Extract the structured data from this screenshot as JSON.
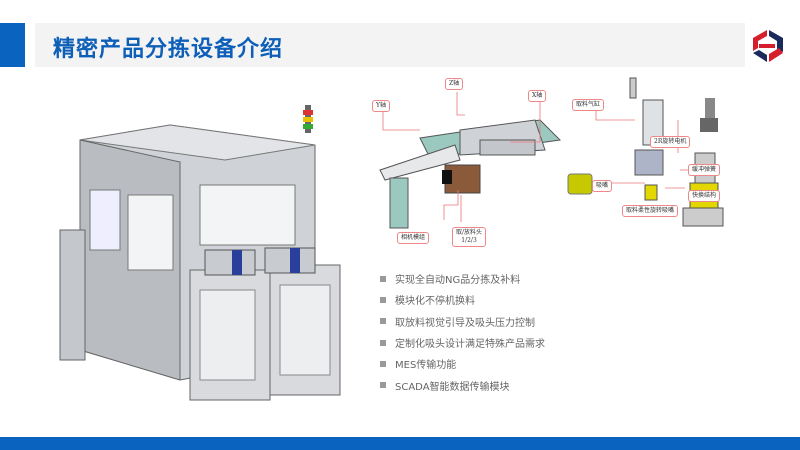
{
  "header": {
    "title": "精密产品分拣设备介绍"
  },
  "logo": {
    "name": "company-logo",
    "colors": [
      "#d61f2c",
      "#1b2a5c"
    ]
  },
  "diagram_labels": {
    "y_axis": "Y轴",
    "z_axis": "Z轴",
    "x_axis": "X轴",
    "camera_module": "相机模组",
    "pick_head": "取/放料头",
    "pick_head_nums": "1/2/3",
    "pick_cylinder": "取料气缸",
    "rotary_motor": "2R旋转电机",
    "buffer_spring": "缓冲弹簧",
    "quick_change": "快换结构",
    "nozzle": "吸嘴",
    "flexible_nozzle": "取料柔性旋转吸嘴"
  },
  "features": [
    "实现全自动NG品分拣及补料",
    "模块化不停机换料",
    "取放料视觉引导及吸头压力控制",
    "定制化吸头设计满足特殊产品需求",
    "MES传输功能",
    "SCADA智能数据传输模块"
  ],
  "colors": {
    "accent": "#0b63c0",
    "title": "#0d5fb8"
  }
}
